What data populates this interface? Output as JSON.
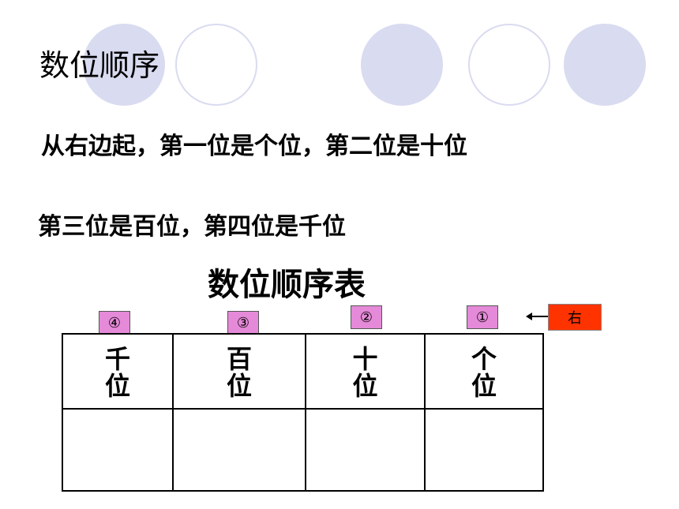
{
  "heading": "数位顺序",
  "line1": "从右边起，第一位是个位，第二位是十位",
  "line2": "第三位是百位，第四位是千位",
  "table_title": "数位顺序表",
  "markers": [
    "④",
    "③",
    "②",
    "①"
  ],
  "right_label": "右",
  "columns": [
    {
      "top": "千",
      "bottom": "位"
    },
    {
      "top": "百",
      "bottom": "位"
    },
    {
      "top": "十",
      "bottom": "位"
    },
    {
      "top": "个",
      "bottom": "位"
    }
  ],
  "colors": {
    "circle": "#d9dbf0",
    "marker": "#e58ad8",
    "right_box": "#ff3300"
  }
}
